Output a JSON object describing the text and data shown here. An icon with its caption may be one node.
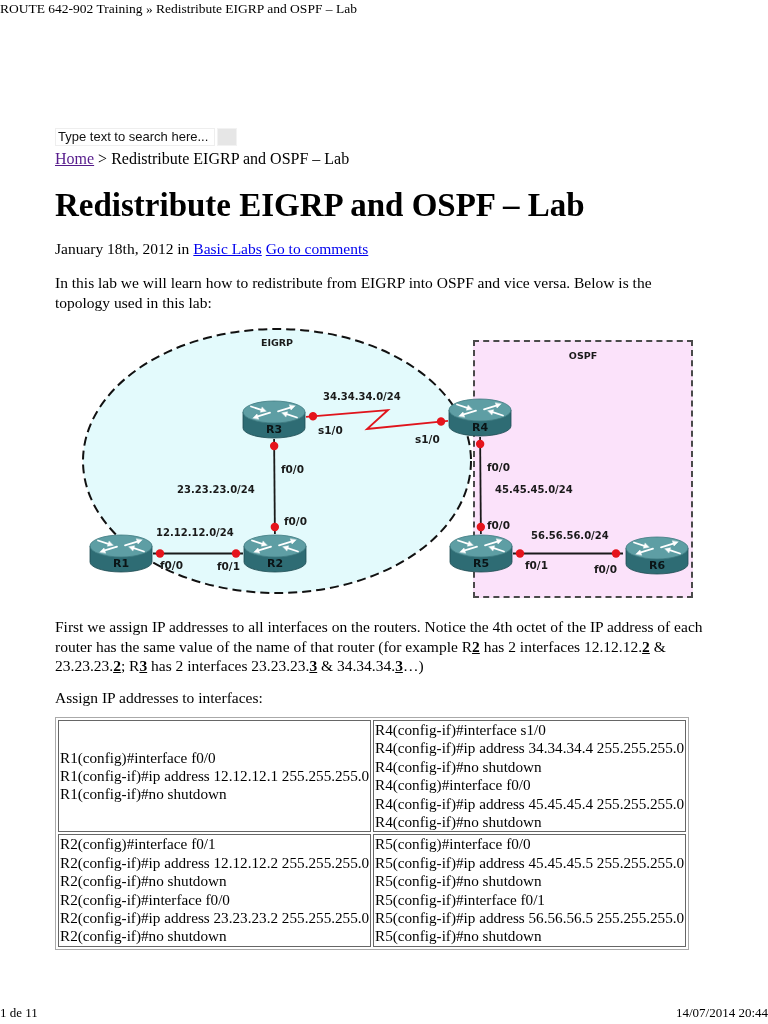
{
  "diagram": {
    "title": "Redistribute EIGRP and OSPF – Lab",
    "nodes": [
      {
        "text": [
          "EIGRP"
        ]
      },
      {
        "text": [
          "OSPF"
        ]
      },
      {
        "text": [
          "R3"
        ],
        "in": 0,
        "beside": [
          "s1/0",
          "f0/0"
        ]
      },
      {
        "text": [
          "R4"
        ],
        "beside": [
          "s1/0",
          "f0/0"
        ]
      },
      {
        "text": [
          "R1"
        ],
        "beside": [
          "f0/0"
        ]
      },
      {
        "text": [
          "R2"
        ],
        "in": 0,
        "beside": [
          "f0/0",
          "f0/1"
        ]
      },
      {
        "text": [
          "R5"
        ],
        "beside": [
          "f0/0",
          "f0/1"
        ]
      },
      {
        "text": [
          "R6"
        ],
        "in": 1,
        "beside": [
          "f0/0"
        ]
      }
    ],
    "edges": [
      {
        "from": 2,
        "to": 3,
        "arrow": "other",
        "label": "34.34.34.0/24",
        "color": "#e0141c"
      },
      {
        "from": 2,
        "to": 5,
        "arrow": "other",
        "label": "23.23.23.0/24"
      },
      {
        "from": 3,
        "to": 6,
        "arrow": "other",
        "label": "45.45.45.0/24"
      },
      {
        "from": 4,
        "to": 5,
        "arrow": "other",
        "label": "12.12.12.0/24"
      },
      {
        "from": 6,
        "to": 7,
        "arrow": "other",
        "label": "56.56.56.0/24"
      }
    ],
    "labels": [
      "ROUTE 642-902 Training » Redistribute EIGRP and OSPF – Lab",
      "Type text to search here...",
      "Home",
      "> Redistribute EIGRP and OSPF – Lab",
      "January 18th, 2012 in",
      "Basic Labs",
      "Go to comments",
      "In this lab we will learn how to redistribute from EIGRP into OSPF and vice versa. Below is the topology used in this lab:",
      "First we assign IP addresses to all interfaces on the routers. Notice the 4th octet of the IP address of each router has the same value of the name of that router (for example R**2** has 2 interfaces 12.12.12.**2** & 23.23.23.**2**; R**3** has 2 interfaces 23.23.23.**3** & 34.34.34.**3**…)",
      "Assign IP addresses to interfaces:",
      "R1(config)#interface f0/0",
      "R1(config-if)#ip address 12.12.12.1 255.255.255.0",
      "R1(config-if)#no shutdown",
      "R4(config-if)#interface s1/0",
      "R4(config-if)#ip address 34.34.34.4 255.255.255.0",
      "R4(config-if)#no shutdown",
      "R4(config)#interface f0/0",
      "R4(config-if)#ip address 45.45.45.4 255.255.255.0",
      "R4(config-if)#no shutdown",
      "R2(config)#interface f0/1",
      "R2(config-if)#ip address 12.12.12.2 255.255.255.0",
      "R2(config-if)#no shutdown",
      "R2(config-if)#interface f0/0",
      "R2(config-if)#ip address 23.23.23.2 255.255.255.0",
      "R2(config-if)#no shutdown",
      "R5(config)#interface f0/0",
      "R5(config-if)#ip address 45.45.45.5 255.255.255.0",
      "R5(config-if)#no shutdown",
      "R5(config-if)#interface f0/1",
      "R5(config-if)#ip address 56.56.56.5 255.255.255.0",
      "R5(config-if)#no shutdown",
      "1 de 11",
      "14/07/2014 20:44"
    ]
  }
}
